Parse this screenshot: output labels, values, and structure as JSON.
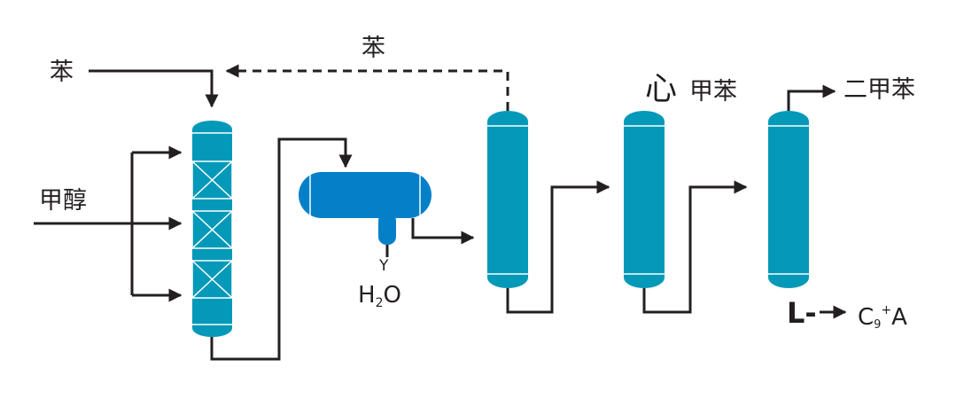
{
  "labels": {
    "benzene_feed": "苯",
    "benzene_recycle": "苯",
    "methanol": "甲醇",
    "water": "H",
    "water_sub": "2",
    "water_tail": "O",
    "drain_mark": "Y",
    "toluene_prefix": "心",
    "toluene": "甲苯",
    "xylene": "二甲苯",
    "bottoms_prefix": "L-",
    "heavy_c": "C",
    "heavy_sub": "9",
    "heavy_sup": "+",
    "heavy_a": "A"
  },
  "colors": {
    "column": "#0499b8",
    "separator": "#0580c8",
    "line": "#231f20"
  }
}
